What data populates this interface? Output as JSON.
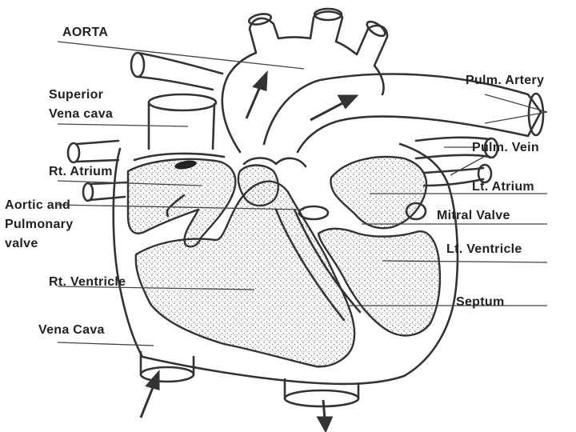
{
  "labels": {
    "aorta": "AORTA",
    "superior_vena_cava_1": "Superior",
    "superior_vena_cava_2": "Vena cava",
    "rt_atrium": "Rt. Atrium",
    "aortic_pulmonary_1": "Aortic and",
    "aortic_pulmonary_2": "Pulmonary",
    "aortic_pulmonary_3": "valve",
    "rt_ventricle": "Rt. Ventricle",
    "vena_cava": "Vena Cava",
    "pulm_artery": "Pulm. Artery",
    "pulm_vein": "Pulm. Vein",
    "lt_atrium": "Lt. Atrium",
    "mitral_valve": "Mitral Valve",
    "lt_ventricle": "Lt. Ventricle",
    "septum": "Septum"
  },
  "colors": {
    "line": "#333333",
    "stipple": "#555555",
    "background": "#ffffff"
  }
}
